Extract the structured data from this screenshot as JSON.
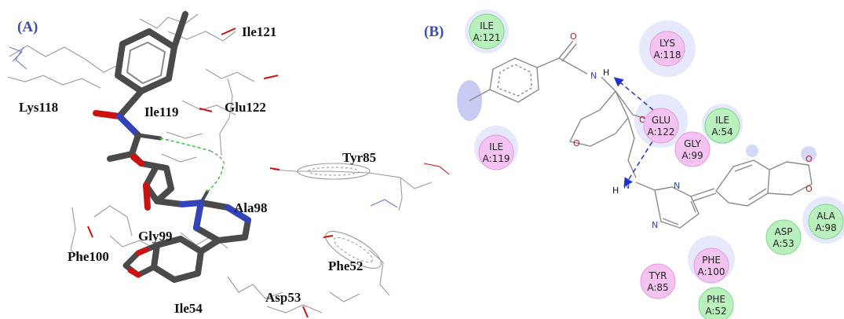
{
  "panel_a": {
    "label": "(A)",
    "residues": [
      {
        "id": "ile121",
        "text": "Ile121"
      },
      {
        "id": "lys118",
        "text": "Lys118"
      },
      {
        "id": "ile119",
        "text": "Ile119"
      },
      {
        "id": "glu122",
        "text": "Glu122"
      },
      {
        "id": "tyr85",
        "text": "Tyr85"
      },
      {
        "id": "ala98",
        "text": "Ala98"
      },
      {
        "id": "gly99",
        "text": "Gly99"
      },
      {
        "id": "phe100",
        "text": "Phe100"
      },
      {
        "id": "phe52",
        "text": "Phe52"
      },
      {
        "id": "asp53",
        "text": "Asp53"
      },
      {
        "id": "ile54",
        "text": "Ile54"
      }
    ]
  },
  "panel_b": {
    "label": "(B)",
    "atoms": {
      "o": "O",
      "n": "N",
      "h": "H"
    },
    "residues": [
      {
        "id": "ile121",
        "name": "ILE",
        "num": "A:121",
        "kind": "green"
      },
      {
        "id": "lys118",
        "name": "LYS",
        "num": "A:118",
        "kind": "pink"
      },
      {
        "id": "glu122",
        "name": "GLU",
        "num": "A:122",
        "kind": "pink"
      },
      {
        "id": "ile54",
        "name": "ILE",
        "num": "A:54",
        "kind": "green"
      },
      {
        "id": "gly99",
        "name": "GLY",
        "num": "A:99",
        "kind": "pink"
      },
      {
        "id": "ile119",
        "name": "ILE",
        "num": "A:119",
        "kind": "pink"
      },
      {
        "id": "ala98",
        "name": "ALA",
        "num": "A:98",
        "kind": "green"
      },
      {
        "id": "asp53",
        "name": "ASP",
        "num": "A:53",
        "kind": "green"
      },
      {
        "id": "phe100",
        "name": "PHE",
        "num": "A:100",
        "kind": "pink"
      },
      {
        "id": "tyr85",
        "name": "TYR",
        "num": "A:85",
        "kind": "pink"
      },
      {
        "id": "phe52",
        "name": "PHE",
        "num": "A:52",
        "kind": "green"
      }
    ]
  },
  "colors": {
    "green_fill": "#b9f0bd",
    "green_stroke": "#7fd889",
    "pink_fill": "#f4c3f2",
    "pink_stroke": "#e59ae2",
    "halo": "#e6e8fb",
    "bond": "#8a8a8a",
    "stick": "#4a4a4a",
    "hbond_a": "#33cc33",
    "hbond_b": "#2233cc",
    "oxygen": "#cc1111",
    "nitrogen": "#3344bb"
  }
}
